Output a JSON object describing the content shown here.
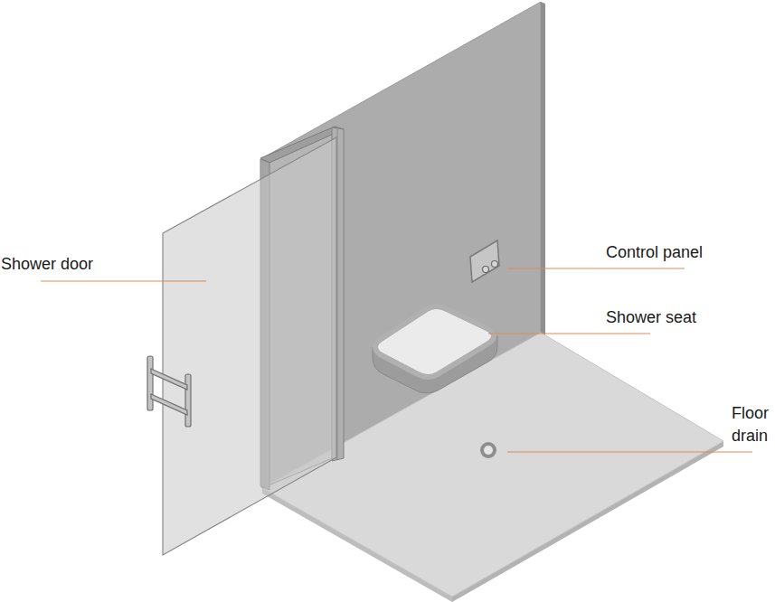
{
  "diagram": {
    "labels": [
      "Shower door",
      "Control panel",
      "Shower seat",
      "Floor drain"
    ]
  }
}
